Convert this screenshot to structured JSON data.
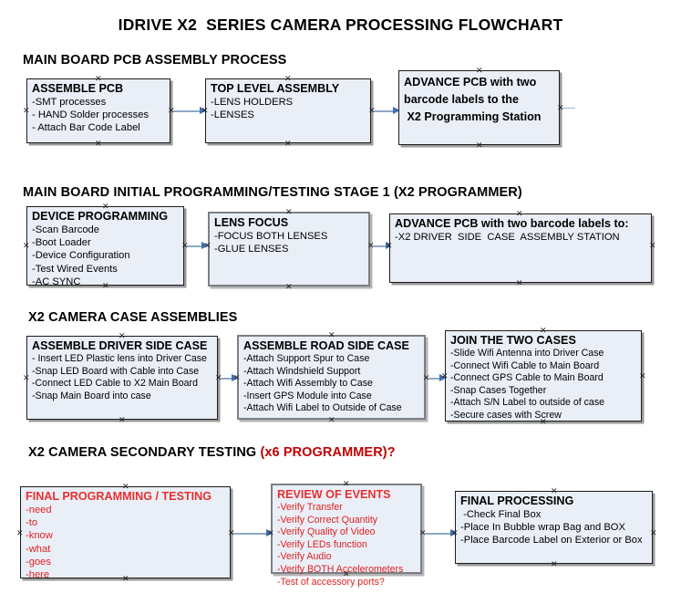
{
  "document": {
    "title": "IDRIVE X2  SERIES CAMERA PROCESSING FLOWCHART"
  },
  "colors": {
    "box_fill": "#eaeff7",
    "box_border": "#1c1c1c",
    "box_border_gray": "#7b7f86",
    "connector": "#8ea9c6",
    "arrowhead": "#3f6fae",
    "red_text": "#e02020",
    "red_heading": "#c00000",
    "black_text": "#000000"
  },
  "sections": [
    {
      "id": "section-1",
      "heading": "MAIN BOARD PCB ASSEMBLY PROCESS",
      "heading_red": "",
      "heading_suffix": "",
      "boxes": [
        {
          "id": "assemble-pcb",
          "title": "ASSEMBLE PCB",
          "lines": [
            "-SMT processes",
            "- HAND Solder processes",
            "- Attach Bar Code Label"
          ]
        },
        {
          "id": "top-level-assembly",
          "title": "TOP LEVEL ASSEMBLY",
          "lines": [
            "-LENS HOLDERS",
            "-LENSES"
          ]
        },
        {
          "id": "advance-pcb-programming-station",
          "title": "ADVANCE PCB with two\nbarcode labels to the\n X2 Programming Station",
          "lines": []
        }
      ]
    },
    {
      "id": "section-2",
      "heading": "MAIN BOARD INITIAL PROGRAMMING/TESTING STAGE 1 (X2 PROGRAMMER)",
      "heading_red": "",
      "heading_suffix": "",
      "boxes": [
        {
          "id": "device-programming",
          "title": "DEVICE PROGRAMMING",
          "lines": [
            "-Scan Barcode",
            "-Boot Loader",
            "-Device Configuration",
            "-Test Wired Events",
            "-AC SYNC"
          ]
        },
        {
          "id": "lens-focus",
          "title": "LENS FOCUS",
          "lines": [
            "-FOCUS BOTH LENSES",
            "-GLUE LENSES"
          ]
        },
        {
          "id": "advance-pcb-driver-side",
          "title": "ADVANCE PCB with two barcode labels to:",
          "lines": [
            "-X2 DRIVER  SIDE  CASE  ASSEMBLY STATION"
          ]
        }
      ]
    },
    {
      "id": "section-3",
      "heading": "X2 CAMERA CASE ASSEMBLIES",
      "heading_red": "",
      "heading_suffix": "",
      "boxes": [
        {
          "id": "assemble-driver-side-case",
          "title": "ASSEMBLE DRIVER SIDE CASE",
          "lines": [
            "- Insert LED Plastic lens into Driver Case",
            "-Snap LED Board with Cable into Case",
            "-Connect LED Cable to X2 Main Board",
            "-Snap Main Board into case"
          ]
        },
        {
          "id": "assemble-road-side-case",
          "title": "ASSEMBLE ROAD SIDE CASE",
          "lines": [
            "-Attach Support Spur to Case",
            "-Attach Windshield Support",
            "-Attach Wifi Assembly to Case",
            "-Insert GPS Module into Case",
            "-Attach Wifi Label to Outside of Case"
          ]
        },
        {
          "id": "join-the-two-cases",
          "title": "JOIN THE TWO CASES",
          "lines": [
            "-Slide Wifi Antenna into Driver Case",
            "-Connect Wifi Cable to Main Board",
            "-Connect GPS Cable to Main Board",
            "-Snap Cases Together",
            "-Attach S/N Label to outside of case",
            "-Secure cases with Screw"
          ]
        }
      ]
    },
    {
      "id": "section-4",
      "heading": "X2 CAMERA SECONDARY TESTING ",
      "heading_red": "(x6 PROGRAMMER)?",
      "heading_suffix": "",
      "boxes": [
        {
          "id": "final-programming-testing",
          "title": "FINAL PROGRAMMING / TESTING",
          "lines": [
            "-need",
            "-to",
            "-know",
            "-what",
            "-goes",
            "-here"
          ]
        },
        {
          "id": "review-of-events",
          "title": "REVIEW OF EVENTS",
          "lines": [
            "-Verify Transfer",
            "-Verify Correct Quantity",
            "-Verify Quality of Video",
            "-Verify LEDs function",
            "-Verify Audio",
            "-Verify BOTH Accelerometers",
            "-Test of accessory ports?"
          ]
        },
        {
          "id": "final-processing",
          "title": "FINAL PROCESSING",
          "lines": [
            " -Check Final Box",
            "-Place In Bubble wrap Bag and BOX",
            "-Place Barcode Label on Exterior or Box"
          ]
        }
      ]
    }
  ]
}
